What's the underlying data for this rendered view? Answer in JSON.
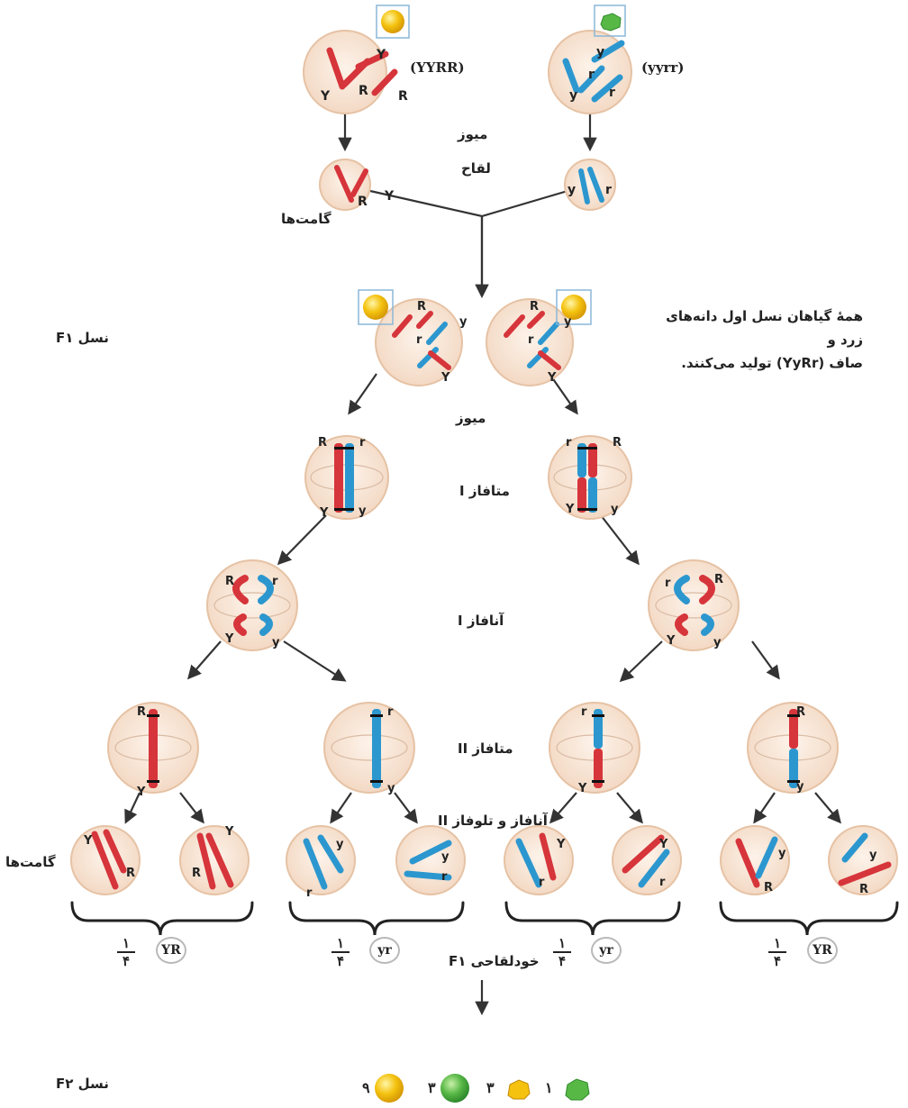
{
  "parents": {
    "left_genotype": "(YYRR)",
    "right_genotype": "(yyrr)",
    "left_cell_alleles": [
      "Y",
      "Y",
      "R",
      "R"
    ],
    "right_cell_alleles": [
      "y",
      "r",
      "y",
      "r"
    ]
  },
  "gametes_parent": {
    "left_alleles": [
      "R",
      "Y"
    ],
    "right_alleles": [
      "y",
      "r"
    ],
    "label": "گامت‌ها"
  },
  "stages": {
    "meiosis_1": "میوز",
    "fertilization": "لقاح",
    "meiosis_2": "میوز",
    "metaphase_1": "متافاز I",
    "anaphase_1": "آنافاز I",
    "metaphase_2": "متافاز II",
    "anaphase_telophase_2": "آنافاز و تلوفاز II"
  },
  "f1": {
    "generation_label": "نسل F۱",
    "note_line1": "همهٔ گیاهان نسل اول دانه‌های زرد و",
    "note_line2": "صاف (YyRr) تولید می‌کنند.",
    "cell_alleles": [
      "R",
      "r",
      "y",
      "Y"
    ]
  },
  "gametes_final": {
    "label": "گامت‌ها",
    "groups": [
      {
        "numerator": "۱",
        "denominator": "۴",
        "genotype": "YR"
      },
      {
        "numerator": "۱",
        "denominator": "۴",
        "genotype": "yr"
      },
      {
        "numerator": "۱",
        "denominator": "۴",
        "genotype": "yr"
      },
      {
        "numerator": "۱",
        "denominator": "۴",
        "genotype": "YR"
      }
    ]
  },
  "self_fertilization_label": "خودلقاحی F۱",
  "f2": {
    "generation_label": "نسل F۲",
    "ratio": [
      {
        "count": "۹",
        "phenotype": "yellow-round"
      },
      {
        "count": "۳",
        "phenotype": "green-round"
      },
      {
        "count": "۳",
        "phenotype": "yellow-wrinkled"
      },
      {
        "count": "۱",
        "phenotype": "green-wrinkled"
      }
    ]
  },
  "colors": {
    "dominant_chromosome": "#d6353b",
    "recessive_chromosome": "#2c97cf",
    "cell_fill": "#f8e5d6",
    "cell_stroke": "#e6c2a4",
    "pea_yellow": "#f4c20f",
    "pea_green": "#58b846",
    "arrow": "#333333"
  }
}
